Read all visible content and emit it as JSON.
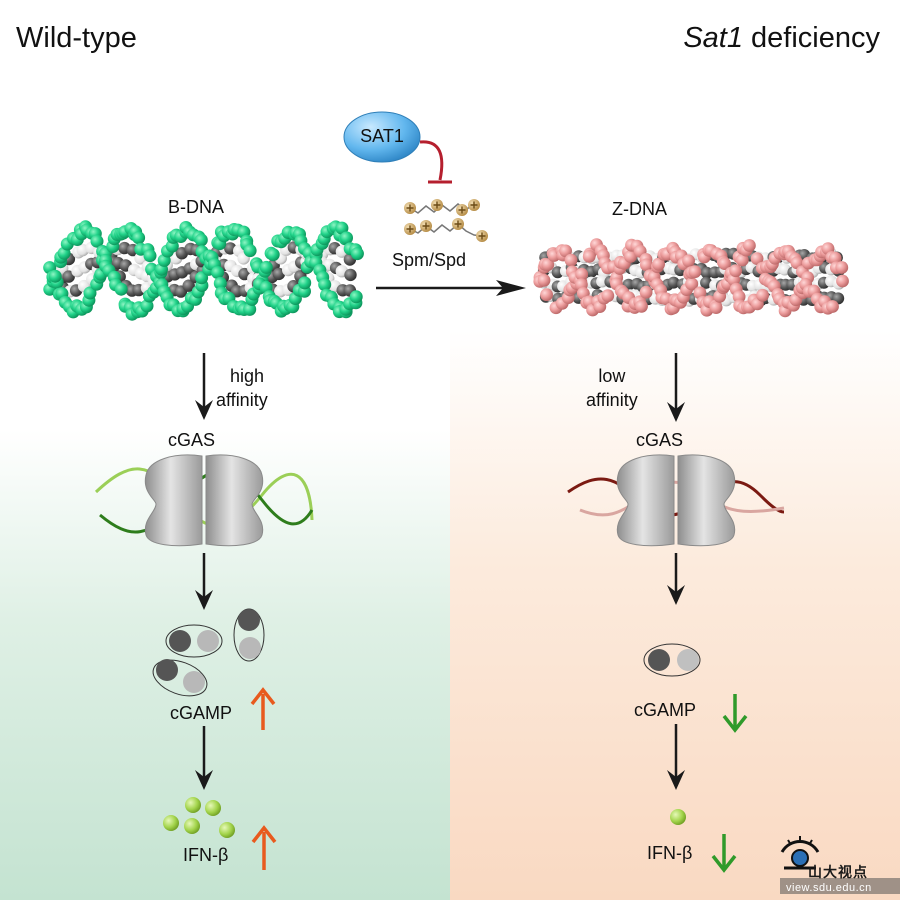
{
  "titles": {
    "left": "Wild-type",
    "right_italic": "Sat1",
    "right_rest": " deficiency"
  },
  "labels": {
    "sat1": "SAT1",
    "spm_spd": "Spm/Spd",
    "b_dna": "B-DNA",
    "z_dna": "Z-DNA",
    "high_affinity_1": "high",
    "high_affinity_2": "affinity",
    "low_affinity_1": "low",
    "low_affinity_2": "affinity",
    "cgas": "cGAS",
    "cgamp": "cGAMP",
    "ifn_beta": "IFN-β"
  },
  "logo": {
    "text": "山大视点",
    "url": "view.sdu.edu.cn"
  },
  "colors": {
    "b_dna": "#1fcf85",
    "z_dna": "#e89a9a",
    "cgas": "#b5b5b5",
    "up_arrow": "#e85a1e",
    "down_arrow": "#2f9a2a",
    "ifn": "#9ed14a",
    "inhibit": "#c0392b",
    "sat1": "#5fb6ee"
  }
}
